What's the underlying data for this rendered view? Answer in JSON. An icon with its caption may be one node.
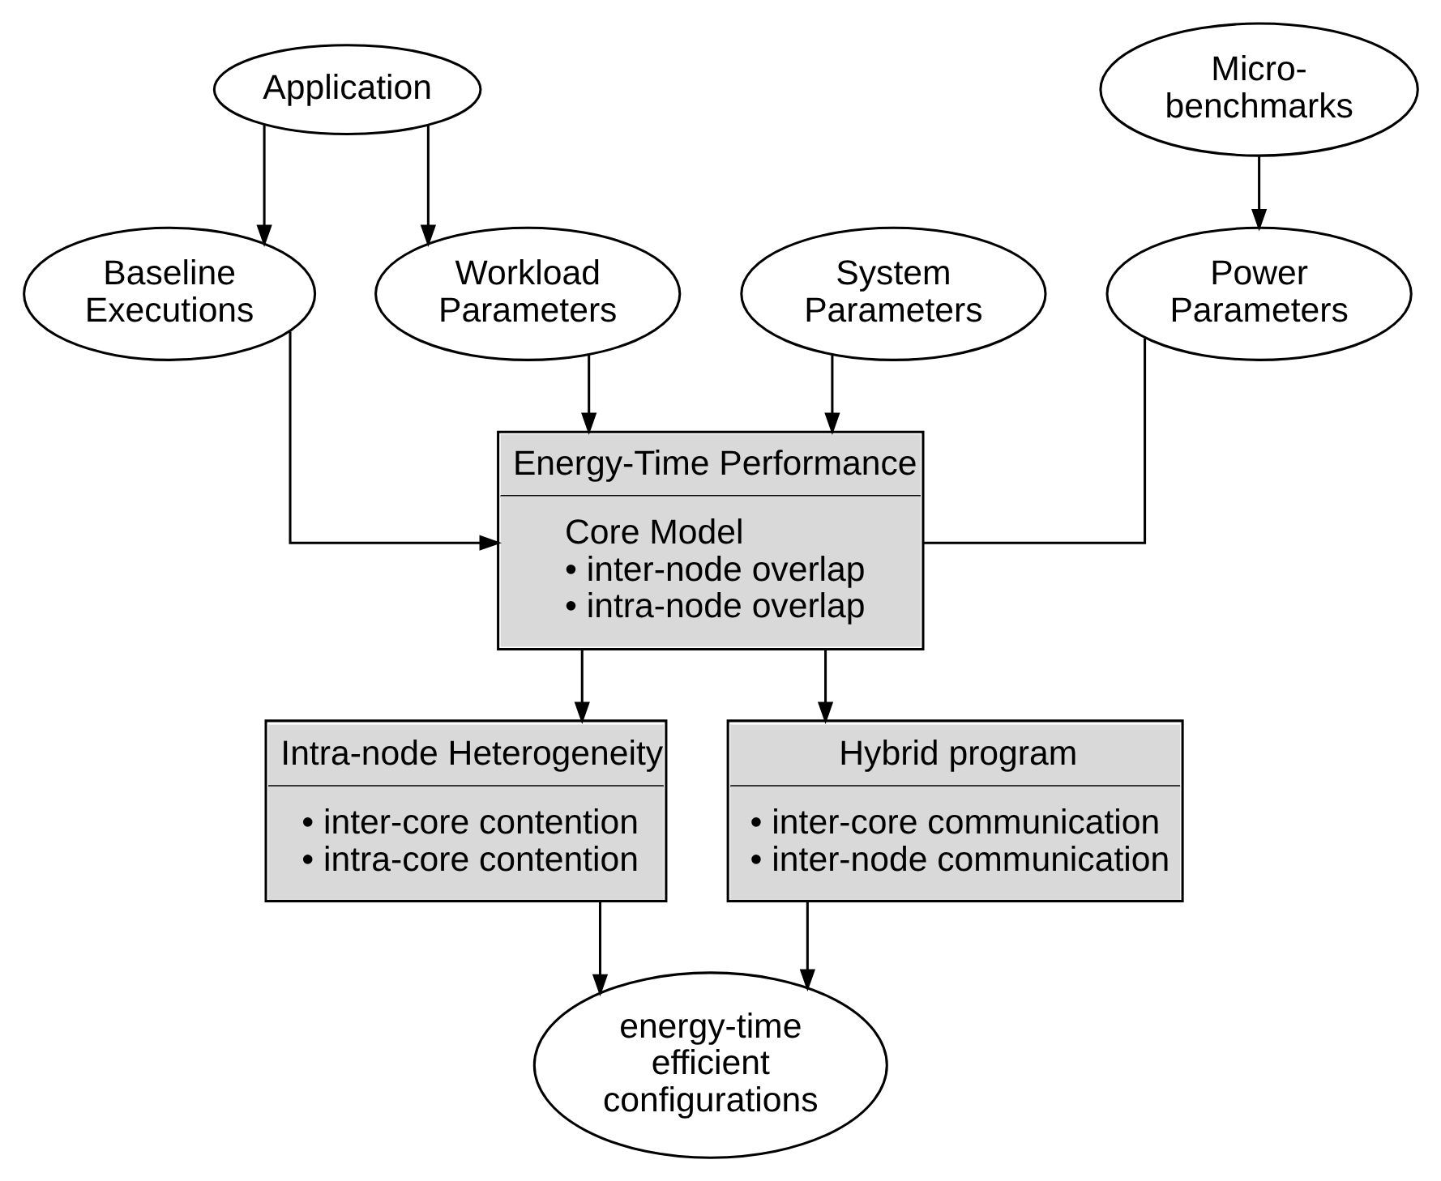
{
  "diagram": {
    "nodes": [
      {
        "text": [
          "Application"
        ]
      },
      {
        "text": [
          "Micro-benchmarks"
        ]
      },
      {
        "text": [
          "Baseline Executions"
        ]
      },
      {
        "text": [
          "Workload Parameters"
        ]
      },
      {
        "text": [
          "System Parameters"
        ]
      },
      {
        "text": [
          "Power Parameters"
        ]
      },
      {
        "text": [
          "Energy-Time Performance",
          "Core Model",
          "• inter-node overlap",
          "• intra-node overlap"
        ]
      },
      {
        "text": [
          "Intra-node Heterogeneity",
          "• inter-core contention",
          "• intra-core contention"
        ]
      },
      {
        "text": [
          "Hybrid program",
          "• inter-core communication",
          "• inter-node communication"
        ]
      },
      {
        "text": [
          "energy-time efficient configurations"
        ]
      }
    ],
    "edges": [
      {
        "from": 0,
        "to": 2,
        "arrow": "to"
      },
      {
        "from": 0,
        "to": 3,
        "arrow": "to"
      },
      {
        "from": 1,
        "to": 5,
        "arrow": "to"
      },
      {
        "from": 2,
        "to": 6,
        "arrow": "to"
      },
      {
        "from": 3,
        "to": 6,
        "arrow": "to"
      },
      {
        "from": 4,
        "to": 6,
        "arrow": "to"
      },
      {
        "from": 5,
        "to": 6,
        "arrow": "none"
      },
      {
        "from": 6,
        "to": 7,
        "arrow": "to"
      },
      {
        "from": 6,
        "to": 8,
        "arrow": "to"
      },
      {
        "from": 7,
        "to": 9,
        "arrow": "to"
      },
      {
        "from": 8,
        "to": 9,
        "arrow": "to"
      }
    ]
  }
}
